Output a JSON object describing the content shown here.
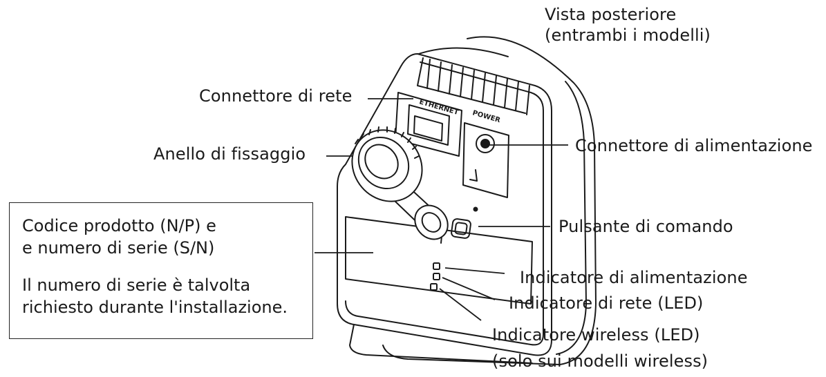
{
  "diagram": {
    "title": [
      "Vista posteriore",
      "(entrambi i modelli)"
    ],
    "device_labels": {
      "ethernet": "ETHERNET",
      "power": "POWER"
    },
    "callouts": {
      "network_connector": "Connettore di rete",
      "fixing_ring": "Anello di fissaggio",
      "power_connector": "Connettore di alimentazione",
      "control_button": "Pulsante di comando",
      "power_indicator": "Indicatore di alimentazione",
      "network_indicator": "Indicatore di rete (LED)",
      "wireless_indicator": [
        "Indicatore wireless (LED)",
        "(solo sui modelli wireless)"
      ]
    },
    "info_box": {
      "lines": [
        "Codice prodotto (N/P) e",
        "e numero di serie (S/N)",
        "Il numero di serie è talvolta",
        "richiesto durante l'installazione."
      ]
    }
  }
}
